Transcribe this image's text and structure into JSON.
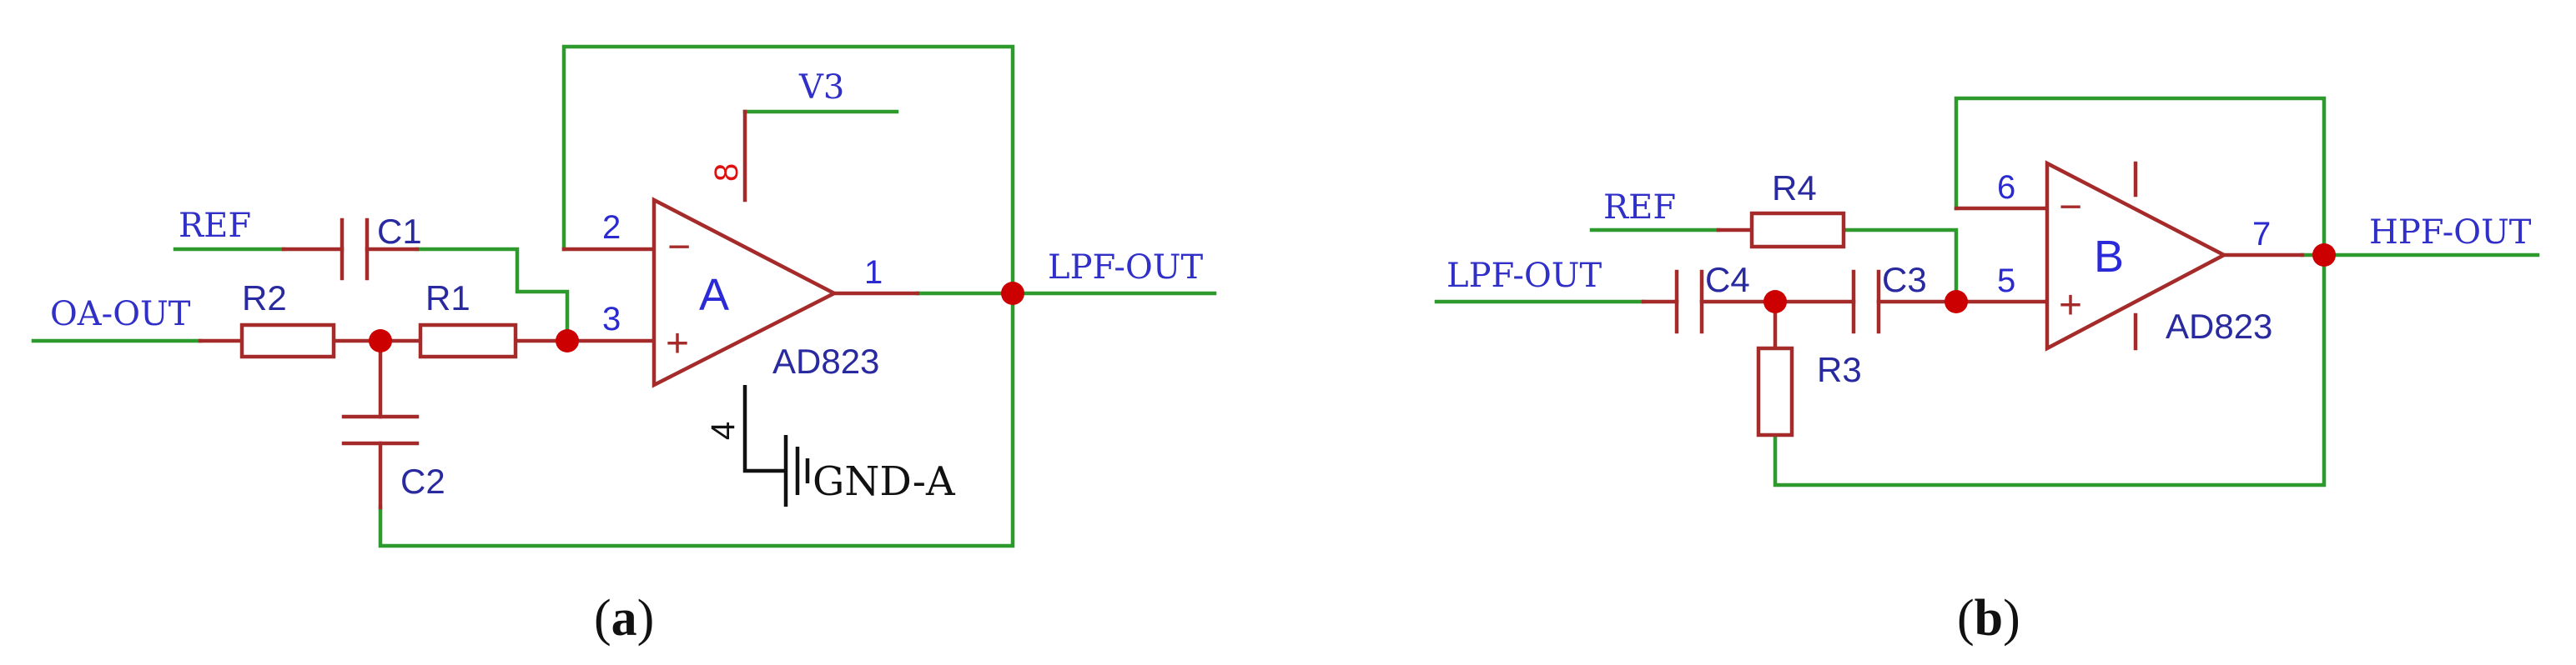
{
  "circuit_a": {
    "nets": {
      "ref": "REF",
      "input": "OA-OUT",
      "output": "LPF-OUT",
      "supply": "V3",
      "ground": "GND-A"
    },
    "components": {
      "c1": "C1",
      "c2": "C2",
      "r1": "R1",
      "r2": "R2"
    },
    "opamp": {
      "label": "A",
      "part": "AD823",
      "minus": "−",
      "plus": "+",
      "pin_inv": "2",
      "pin_noninv": "3",
      "pin_out": "1",
      "pin_vcc": "8",
      "pin_gnd": "4"
    },
    "caption": {
      "open": "(",
      "letter": "a",
      "close": ")"
    }
  },
  "circuit_b": {
    "nets": {
      "ref": "REF",
      "input": "LPF-OUT",
      "output": "HPF-OUT"
    },
    "components": {
      "r4": "R4",
      "r3": "R3",
      "c4": "C4",
      "c3": "C3"
    },
    "opamp": {
      "label": "B",
      "part": "AD823",
      "minus": "−",
      "plus": "+",
      "pin_inv": "6",
      "pin_noninv": "5",
      "pin_out": "7"
    },
    "caption": {
      "open": "(",
      "letter": "b",
      "close": ")"
    }
  },
  "colors": {
    "wire": "#2e9a2e",
    "component": "#a52a2a",
    "junction": "#cc0000",
    "label": "#3030c8"
  }
}
